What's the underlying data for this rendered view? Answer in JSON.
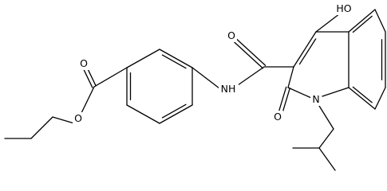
{
  "diagram": {
    "type": "chemical-structure",
    "atom_labels": {
      "hydroxyl": "HO",
      "amide_oxygen": "O",
      "amide_nh": "NH",
      "ring_nitrogen": "N",
      "lactam_oxygen": "O",
      "ester_carbonyl_oxygen": "O",
      "ester_ether_oxygen": "O"
    }
  }
}
